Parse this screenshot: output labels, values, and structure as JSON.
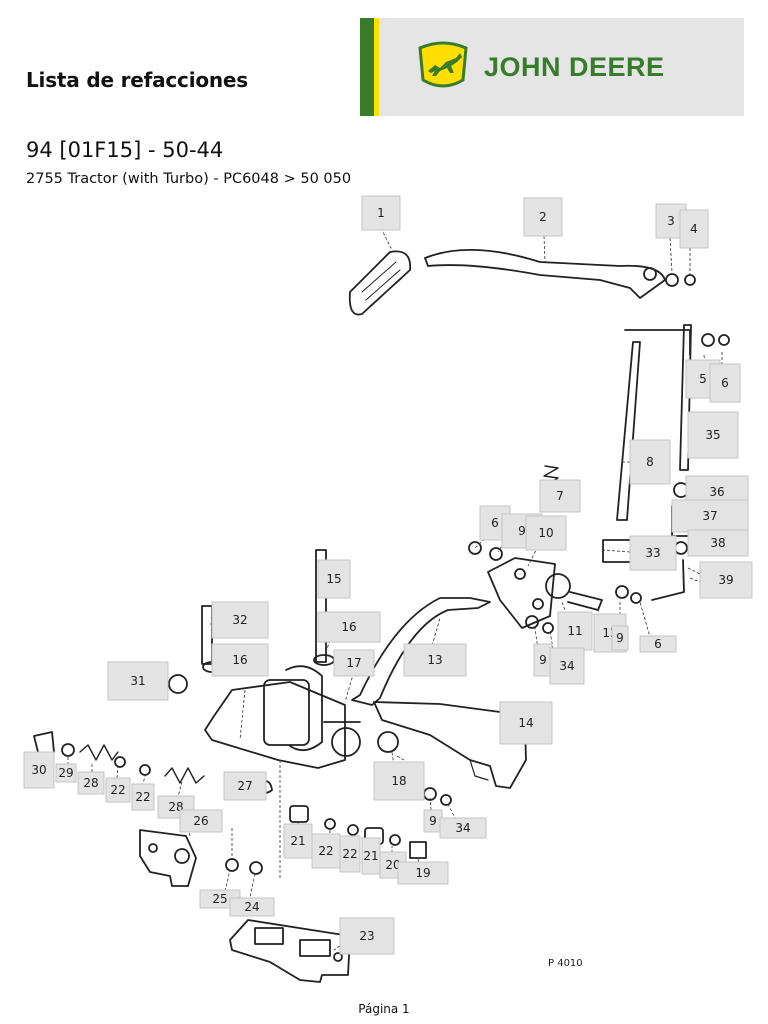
{
  "header": {
    "title": "Lista de refacciones",
    "brand": "JOHN DEERE",
    "brand_colors": {
      "green": "#367c2b",
      "yellow": "#ffde00"
    }
  },
  "document": {
    "code": "94 [01F15] - 50-44",
    "model": "2755 Tractor (with Turbo) - PC6048 > 50 050"
  },
  "diagram": {
    "reference": "P 4010",
    "callouts": [
      "1",
      "2",
      "3",
      "4",
      "5",
      "6",
      "35",
      "8",
      "36",
      "7",
      "6",
      "9",
      "10",
      "37",
      "33",
      "38",
      "39",
      "15",
      "11",
      "12",
      "9",
      "6",
      "32",
      "16",
      "16",
      "13",
      "9",
      "34",
      "31",
      "17",
      "14",
      "30",
      "29",
      "28",
      "22",
      "22",
      "28",
      "27",
      "18",
      "26",
      "9",
      "34",
      "21",
      "22",
      "22",
      "21",
      "20",
      "19",
      "25",
      "24",
      "23"
    ]
  },
  "footer": {
    "page": "Página 1"
  }
}
